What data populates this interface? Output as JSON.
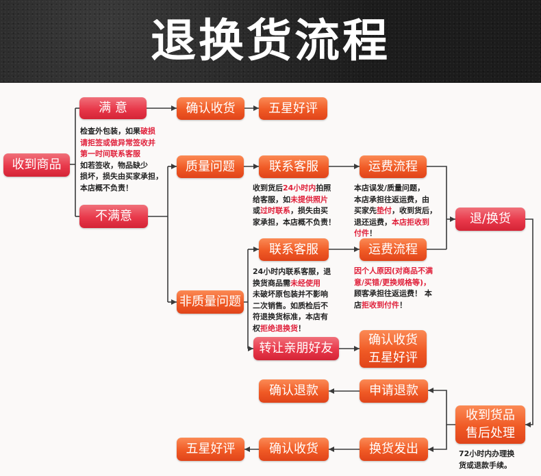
{
  "title": "退换货流程",
  "nodes": {
    "received": "收到商品",
    "satisfied": "满 意",
    "confirm1": "确认收货",
    "fivestar1": "五星好评",
    "unsatisfied": "不满意",
    "quality": "质量问题",
    "contact1": "联系客服",
    "freight1": "运费流程",
    "return_exchange": "退/换货",
    "contact2": "联系客服",
    "freight2": "运费流程",
    "nonquality": "非质量问题",
    "transfer": "转让亲朋好友",
    "confirm2_line1": "确认收货",
    "confirm2_line2": "五星好评",
    "confirm_refund": "确认退款",
    "apply_refund": "申请退款",
    "after_sale_line1": "收到货品",
    "after_sale_line2": "售后处理",
    "fivestar3": "五星好评",
    "confirm3": "确认收货",
    "exchange_ship": "换货发出"
  },
  "notes": {
    "inspect": {
      "l1a": "检查外包装，如果",
      "l1b": "破损",
      "l2": "请拒签或做异常签收并",
      "l3": "第一时间联系客服",
      "l4": "如若签收，物品缺少",
      "l5": "损坏，损失由买家承担，",
      "l6": "本店概不负责！"
    },
    "quality": {
      "l1a": "收到货后",
      "l1b": "24小时内",
      "l1c": "拍照",
      "l2a": "给客服，如",
      "l2b": "未提供照片",
      "l3a": "或",
      "l3b": "过时联系",
      "l3c": "，损失由买",
      "l4": "家承担，本店概不负责！"
    },
    "freight1": {
      "l1": "本店误发/质量问题，",
      "l2": "本店承担往返运费，由",
      "l3a": "买家先",
      "l3b": "垫付",
      "l3c": "，收到货后，",
      "l4a": "退还运费，",
      "l4b": "本店拒收到",
      "l5a": "付件",
      "l5b": "！"
    },
    "nonquality": {
      "l1": "24小时内联系客服，退",
      "l2a": "换货商品需",
      "l2b": "未经使用",
      "l3": "未破坏原包装并不影响",
      "l4": "二次销售。如质检后不",
      "l5": "符退换货标准，本店有",
      "l6a": "权",
      "l6b": "拒绝退换货",
      "l6c": "！"
    },
    "freight2": {
      "l1": "因个人原因(对商品不满",
      "l2": "意/买错/更换规格等)，",
      "l3": "顾客承担往返运费！ 本",
      "l4a": "店",
      "l4b": "拒收到付件",
      "l4c": "！"
    },
    "after_sale": {
      "l1": "72小时内办理换",
      "l2": "货或退款手续。"
    }
  },
  "colors": {
    "red": "#e8384a",
    "orange": "#f05a25",
    "line": "#3a3a3a",
    "highlight": "#e0203a"
  }
}
